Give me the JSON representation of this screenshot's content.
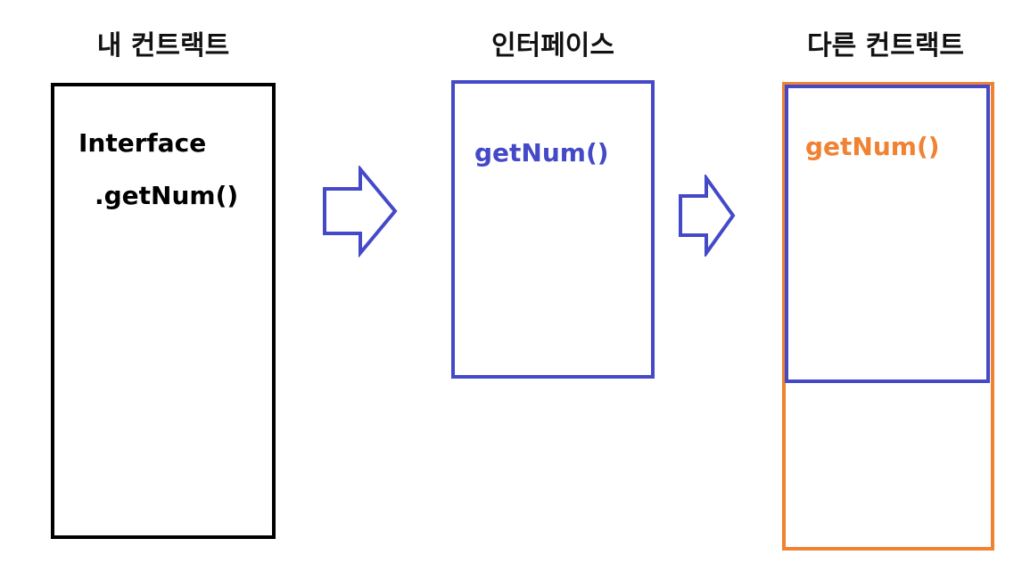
{
  "colors": {
    "black": "#000000",
    "blue": "#4449c8",
    "orange": "#f08232"
  },
  "columns": {
    "my_contract": {
      "title": "내 컨트랙트",
      "lines": [
        "Interface",
        ".getNum()"
      ]
    },
    "interface": {
      "title": "인터페이스",
      "lines": [
        "getNum()"
      ]
    },
    "other_contract": {
      "title": "다른 컨트랙트",
      "lines": [
        "getNum()"
      ]
    }
  },
  "arrows": [
    "right-arrow-icon",
    "right-arrow-icon"
  ]
}
